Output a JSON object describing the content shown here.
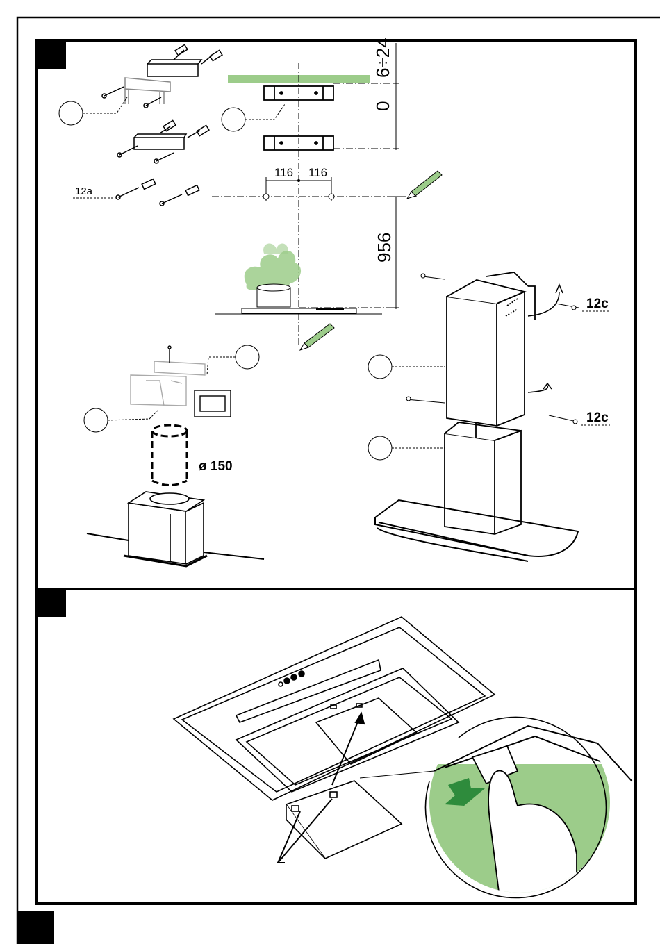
{
  "labels": {
    "gap_top": "6÷24",
    "zero": "0",
    "half_left": "116",
    "half_right": "116",
    "screw_12a": "12a",
    "height_956": "956",
    "screw_12c_top": "12c",
    "screw_12c_bottom": "12c",
    "duct_diameter": "ø 150"
  },
  "colors": {
    "accent_green": "#9ccc8a",
    "line": "#000000"
  }
}
